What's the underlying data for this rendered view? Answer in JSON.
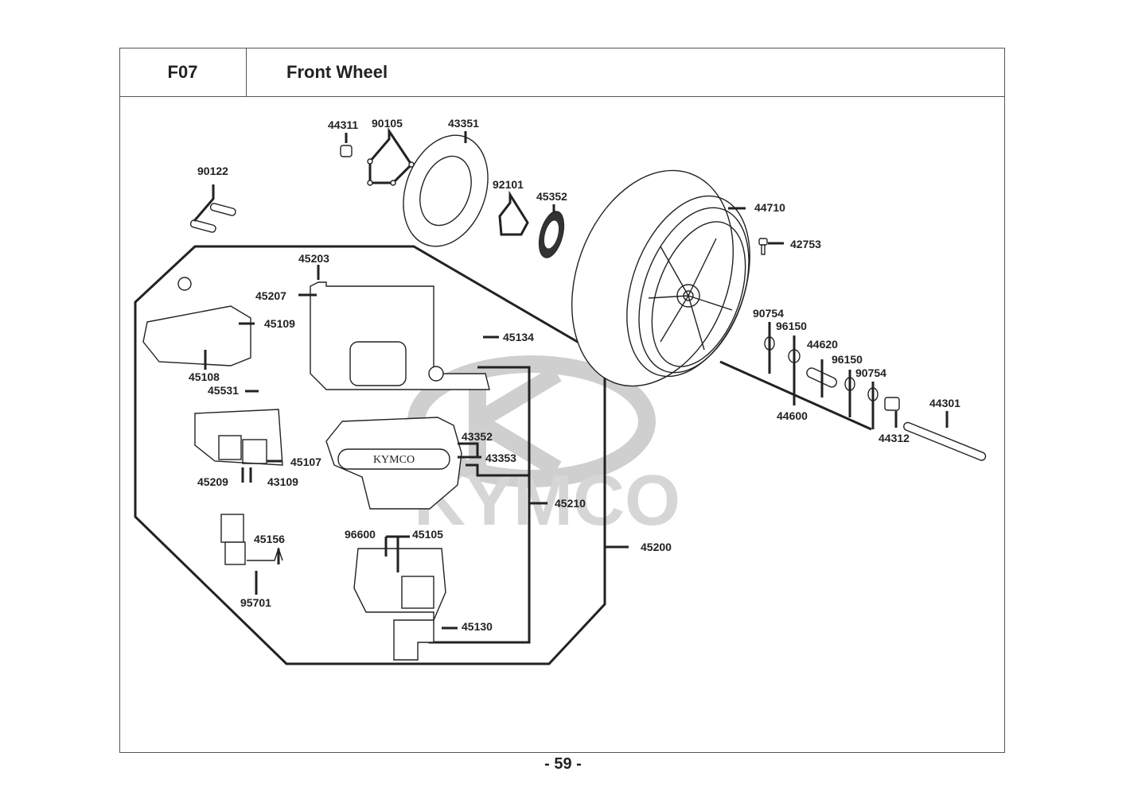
{
  "header": {
    "section_code": "F07",
    "title": "Front Wheel"
  },
  "page_number": "- 59 -",
  "watermark": "KYMCO",
  "caliper_logo_text": "KYMCO",
  "parts": [
    {
      "id": "p90122",
      "number": "90122"
    },
    {
      "id": "p44311",
      "number": "44311"
    },
    {
      "id": "p90105",
      "number": "90105"
    },
    {
      "id": "p43351",
      "number": "43351"
    },
    {
      "id": "p92101",
      "number": "92101"
    },
    {
      "id": "p45352",
      "number": "45352"
    },
    {
      "id": "p44710",
      "number": "44710"
    },
    {
      "id": "p42753",
      "number": "42753"
    },
    {
      "id": "p90754a",
      "number": "90754"
    },
    {
      "id": "p96150a",
      "number": "96150"
    },
    {
      "id": "p44620",
      "number": "44620"
    },
    {
      "id": "p96150b",
      "number": "96150"
    },
    {
      "id": "p90754b",
      "number": "90754"
    },
    {
      "id": "p44600",
      "number": "44600"
    },
    {
      "id": "p44312",
      "number": "44312"
    },
    {
      "id": "p44301",
      "number": "44301"
    },
    {
      "id": "p45203",
      "number": "45203"
    },
    {
      "id": "p45207",
      "number": "45207"
    },
    {
      "id": "p45109",
      "number": "45109"
    },
    {
      "id": "p45134",
      "number": "45134"
    },
    {
      "id": "p45108",
      "number": "45108"
    },
    {
      "id": "p45531",
      "number": "45531"
    },
    {
      "id": "p45107",
      "number": "45107"
    },
    {
      "id": "p45209",
      "number": "45209"
    },
    {
      "id": "p43109",
      "number": "43109"
    },
    {
      "id": "p43352",
      "number": "43352"
    },
    {
      "id": "p43353",
      "number": "43353"
    },
    {
      "id": "p45210",
      "number": "45210"
    },
    {
      "id": "p45200",
      "number": "45200"
    },
    {
      "id": "p45156",
      "number": "45156"
    },
    {
      "id": "p95701",
      "number": "95701"
    },
    {
      "id": "p96600",
      "number": "96600"
    },
    {
      "id": "p45105",
      "number": "45105"
    },
    {
      "id": "p45130",
      "number": "45130"
    }
  ]
}
